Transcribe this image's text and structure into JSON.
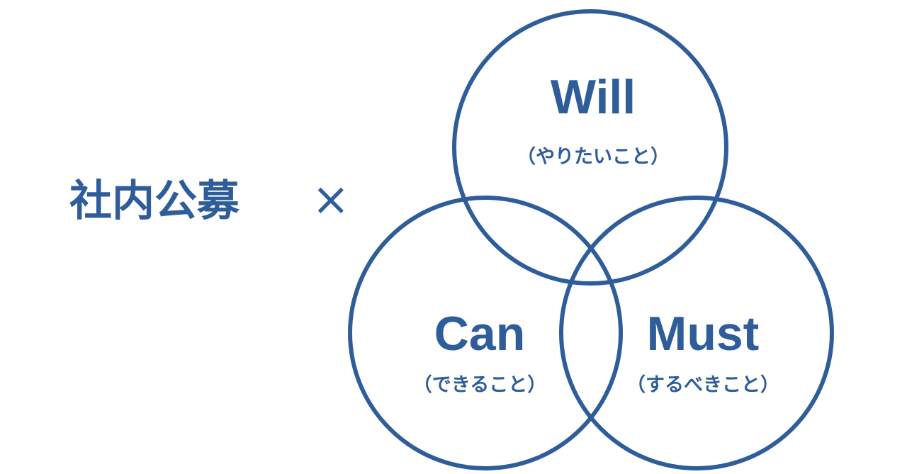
{
  "theme": {
    "accent": "#2f5d9a",
    "background": "#ffffff"
  },
  "left": {
    "title": "社内公募",
    "operator": "×"
  },
  "venn": {
    "circles": [
      {
        "id": "will",
        "title": "Will",
        "subtitle": "（やりたいこと）"
      },
      {
        "id": "can",
        "title": "Can",
        "subtitle": "（できること）"
      },
      {
        "id": "must",
        "title": "Must",
        "subtitle": "（するべきこと）"
      }
    ]
  }
}
